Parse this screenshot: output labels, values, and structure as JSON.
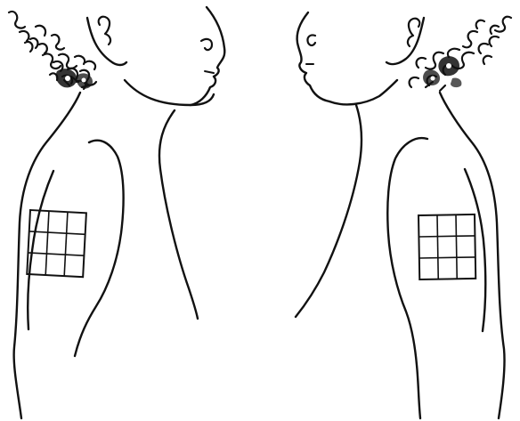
{
  "diagram": {
    "colors": {
      "ink": "#111111",
      "background": "#ffffff"
    },
    "figures": [
      {
        "facing": "right",
        "injection_grid": {
          "rows": 3,
          "cols": 3
        }
      },
      {
        "facing": "left",
        "injection_grid": {
          "rows": 3,
          "cols": 3
        }
      }
    ]
  }
}
